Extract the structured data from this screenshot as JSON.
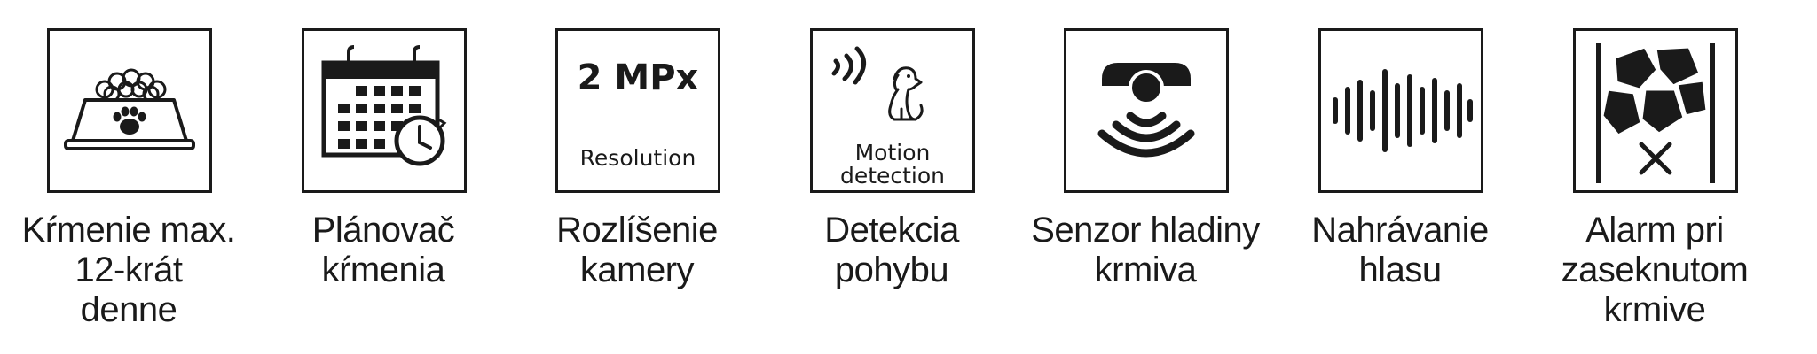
{
  "features": [
    {
      "icon": "pet-food-bowl-icon",
      "caption": "Kŕmenie max.\n12-krát\ndenne"
    },
    {
      "icon": "calendar-clock-icon",
      "caption": "Plánovač\nkŕmenia"
    },
    {
      "icon": "resolution-icon",
      "box_title": "2 MPx",
      "box_subtitle": "Resolution",
      "caption": "Rozlíšenie\nkamery"
    },
    {
      "icon": "motion-detection-dog-icon",
      "box_line1": "Motion",
      "box_line2": "detection",
      "caption": "Detekcia\npohybu"
    },
    {
      "icon": "level-sensor-icon",
      "caption": "Senzor hladiny\nkrmiva"
    },
    {
      "icon": "voice-waveform-icon",
      "caption": "Nahrávanie\nhlasu"
    },
    {
      "icon": "jammed-food-alarm-icon",
      "caption": "Alarm pri\nzaseknutom\nkrmive"
    }
  ]
}
